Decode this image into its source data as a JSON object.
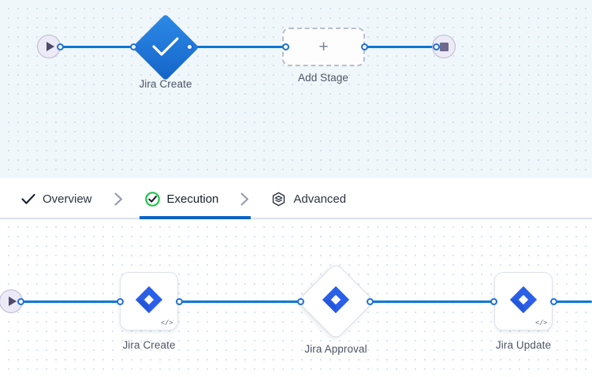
{
  "top_canvas": {
    "name": "pipeline-stage-canvas",
    "background_color": "#f0f7fa",
    "dot_color": "#c8dde6",
    "start_node": {
      "icon": "play-icon",
      "label": ""
    },
    "stop_node": {
      "icon": "stop-square-icon",
      "label": ""
    },
    "stages": [
      {
        "id": "jira-create-stage",
        "label": "Jira Create",
        "shape": "diamond",
        "icon": "check-icon",
        "fill_color": "#1a72d8",
        "state": "completed"
      },
      {
        "id": "add-stage",
        "label": "Add Stage",
        "shape": "rounded-rect-dashed",
        "icon": "plus-icon",
        "fill_color": "#fdfdfe",
        "border_color": "#b9bfc9"
      }
    ],
    "edge_color": "#0b77d4",
    "port_color": "#1e6fd9"
  },
  "tabbar": {
    "name": "stage-config-tabs",
    "active_tab_id": "execution",
    "active_underline_color": "#0a62c9",
    "track_color": "#dcdfe6",
    "separator_glyph": "›",
    "tabs": [
      {
        "id": "overview",
        "label": "Overview",
        "icon": "check-icon",
        "icon_color": "#16202e",
        "active": false
      },
      {
        "id": "execution",
        "label": "Execution",
        "icon": "check-circle-icon",
        "icon_color": "#21c44d",
        "active": true
      },
      {
        "id": "advanced",
        "label": "Advanced",
        "icon": "hexagon-layers-icon",
        "icon_color": "#2d3441",
        "active": false
      }
    ]
  },
  "bottom_canvas": {
    "name": "execution-steps-canvas",
    "background_color": "#ffffff",
    "dot_color": "#cfe0f5",
    "start_node": {
      "icon": "play-icon"
    },
    "edge_color": "#0b77d4",
    "port_color": "#1e6fd9",
    "steps": [
      {
        "id": "jira-create-step",
        "label": "Jira Create",
        "shape": "rounded-card",
        "icon": "jira-icon",
        "badge_glyph": "</>",
        "badge_name": "code-icon",
        "logo_color": "#2c5fe8"
      },
      {
        "id": "jira-approval-step",
        "label": "Jira Approval",
        "shape": "diamond",
        "icon": "jira-icon",
        "badge_glyph": "",
        "logo_color": "#2c5fe8"
      },
      {
        "id": "jira-update-step",
        "label": "Jira Update",
        "shape": "rounded-card",
        "icon": "jira-icon",
        "badge_glyph": "</>",
        "badge_name": "code-icon",
        "logo_color": "#2c5fe8"
      }
    ]
  }
}
